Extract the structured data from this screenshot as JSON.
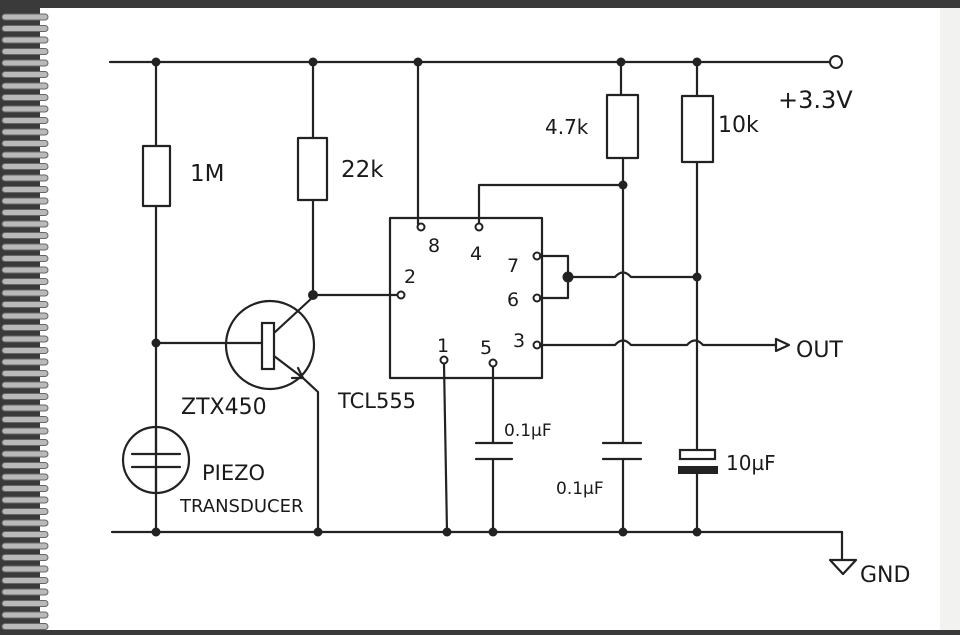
{
  "schematic": {
    "supply_label": "+3.3V",
    "ground_label": "GND",
    "output_label": "OUT",
    "resistors": {
      "r1": "1M",
      "r2": "22k",
      "r3": "4.7k",
      "r4": "10k"
    },
    "capacitors": {
      "c1": "0.1µF",
      "c2": "0.1µF",
      "c3": "10µF"
    },
    "transistor_label": "ZTX450",
    "ic": {
      "label": "TCL555",
      "pins": {
        "p8": "8",
        "p4": "4",
        "p7": "7",
        "p6": "6",
        "p2": "2",
        "p1": "1",
        "p5": "5",
        "p3": "3"
      }
    },
    "piezo_label_1": "PIEZO",
    "piezo_label_2": "TRANSDUCER"
  }
}
